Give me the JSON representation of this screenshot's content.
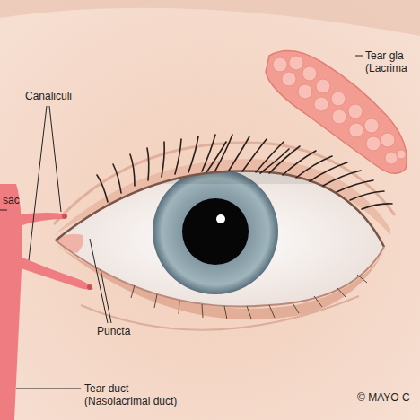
{
  "diagram": {
    "labels": [
      "Tear gla (Lacrima",
      "Canaliculi",
      "sac",
      "Puncta",
      "Tear duct (Nasolacrimal duct)",
      "© MAYO C"
    ]
  }
}
